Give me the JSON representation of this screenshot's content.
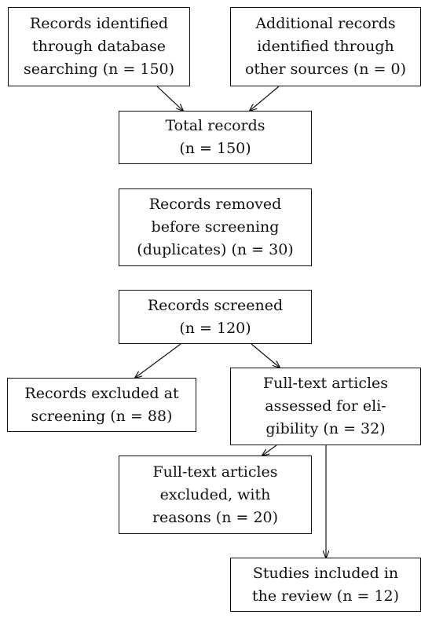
{
  "flowchart": {
    "boxes": {
      "identified_database": [
        "Records identified",
        "through database",
        "searching (n = 150)"
      ],
      "identified_other": [
        "Additional records",
        "identified through",
        "other sources (n = 0)"
      ],
      "total_records": [
        "Total records",
        "(n = 150)"
      ],
      "removed_duplicates": [
        "Records removed",
        "before screening",
        "(duplicates) (n = 30)"
      ],
      "screened": [
        "Records screened",
        "(n = 120)"
      ],
      "excluded_screening": [
        "Records excluded at",
        "screening (n = 88)"
      ],
      "fulltext_assessed": [
        "Full-text articles",
        "assessed for eli-",
        "gibility (n = 32)"
      ],
      "fulltext_excluded": [
        "Full-text articles",
        "excluded, with",
        "reasons (n = 20)"
      ],
      "included": [
        "Studies included in",
        "the review (n = 12)"
      ]
    }
  }
}
